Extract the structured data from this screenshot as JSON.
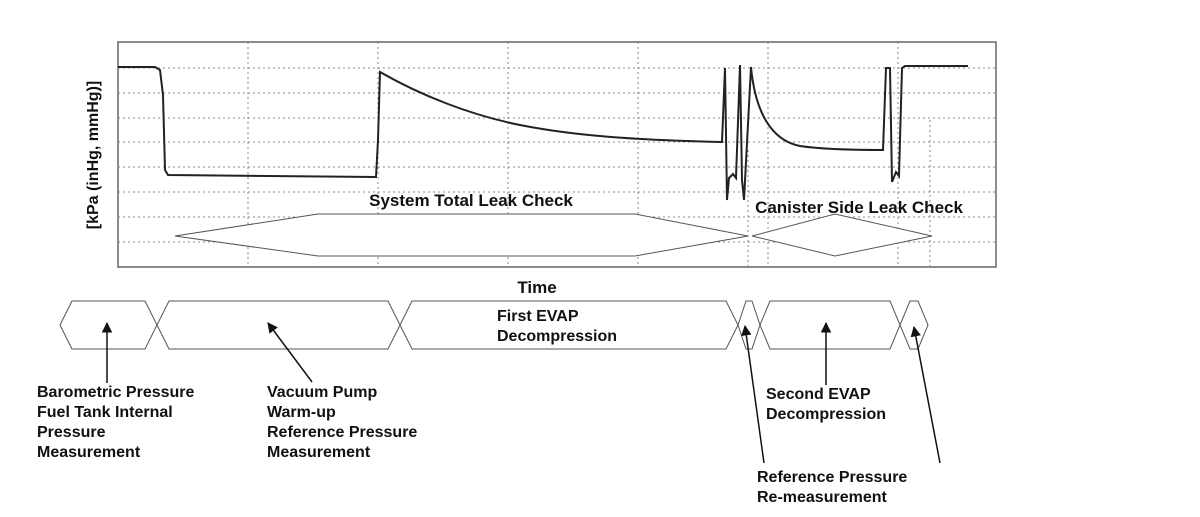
{
  "chart": {
    "ylabel": "[kPa (inHg, mmHg)]",
    "xlabel": "Time",
    "region_labels": {
      "total_leak": "System Total Leak Check",
      "canister_leak": "Canister Side Leak Check"
    }
  },
  "phases": {
    "barometric": [
      "Barometric Pressure",
      "Fuel Tank Internal",
      "Pressure",
      "Measurement"
    ],
    "vacuum": [
      "Vacuum Pump",
      "Warm-up",
      "Reference Pressure",
      "Measurement"
    ],
    "first_evap": [
      "First EVAP",
      "Decompression"
    ],
    "second_evap": [
      "Second EVAP",
      "Decompression"
    ],
    "reference_re": [
      "Reference Pressure",
      "Re-measurement"
    ]
  }
}
